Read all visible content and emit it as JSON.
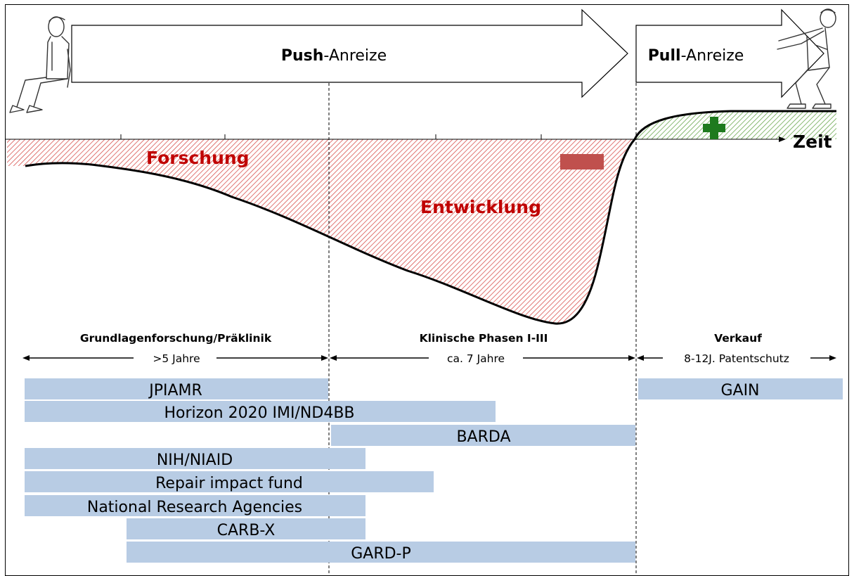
{
  "arrows": {
    "push": {
      "bold": "Push",
      "rest": "-Anreize"
    },
    "pull": {
      "bold": "Pull",
      "rest": "-Anreize"
    }
  },
  "axis": {
    "label": "Zeit"
  },
  "regions": {
    "research": "Forschung",
    "development": "Entwicklung"
  },
  "symbols": {
    "minus": {
      "icon": "minus-icon",
      "color": "#c0504d"
    },
    "plus": {
      "icon": "plus-icon",
      "color": "#1e7a1e"
    }
  },
  "colors": {
    "negative_hatch": "#d9534f",
    "positive_hatch": "#6aa84f",
    "bar_fill": "#b8cce4"
  },
  "phases": [
    {
      "title": "Grundlagenforschung/Präklinik",
      "duration": ">5 Jahre"
    },
    {
      "title": "Klinische Phasen I-III",
      "duration": "ca. 7 Jahre"
    },
    {
      "title": "Verkauf",
      "duration": "8-12J. Patentschutz"
    }
  ],
  "programs": [
    "JPIAMR",
    "Horizon 2020 IMI/ND4BB",
    "BARDA",
    "NIH/NIAID",
    "Repair impact fund",
    "National Research Agencies",
    "CARB-X",
    "GARD-P",
    "GAIN"
  ]
}
